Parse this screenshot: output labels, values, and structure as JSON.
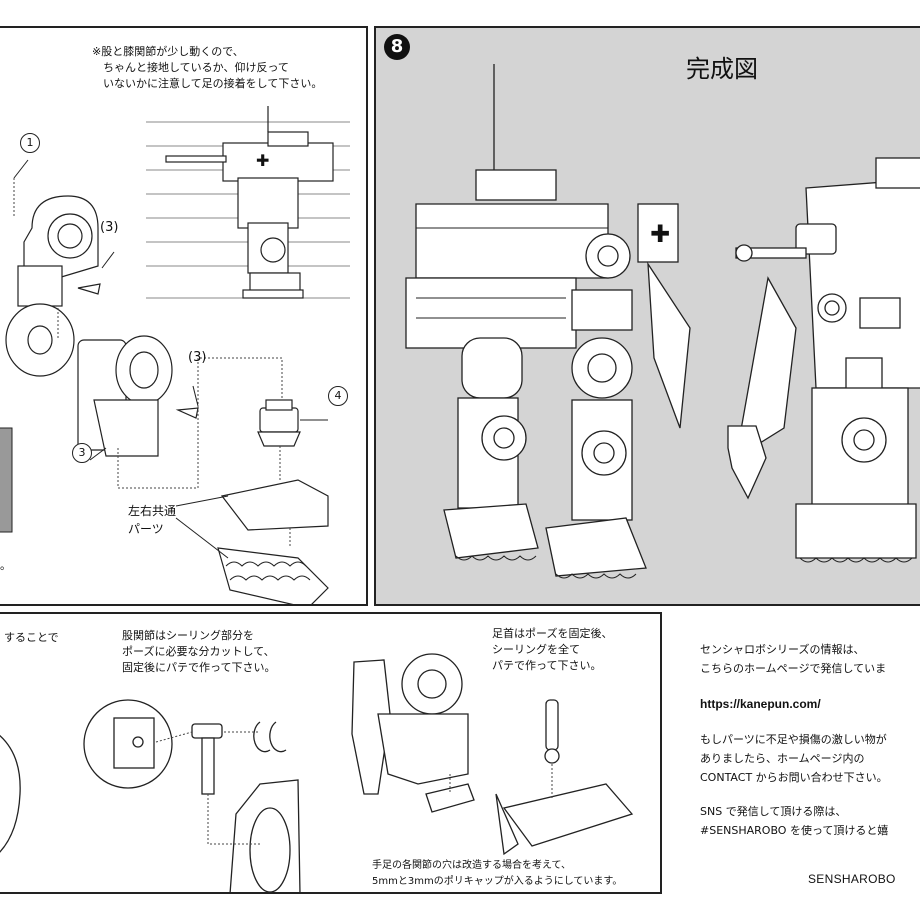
{
  "panel_left_top": {
    "note": "※股と膝関節が少し動くので、\n　ちゃんと接地しているか、仰け反って\n　いないかに注意して足の接着をして下さい。",
    "callouts": [
      "1",
      "(3)",
      "(3)",
      "3",
      "4"
    ],
    "parts_label": "左右共通\nパーツ",
    "edge_fragment": "。"
  },
  "panel_right_top": {
    "step_number": "8",
    "title": "完成図"
  },
  "panel_left_bottom": {
    "fragment_text": "することで",
    "hip_note": "股関節はシーリング部分を\nポーズに必要な分カットして、\n固定後にパテで作って下さい。",
    "ankle_note": "足首はポーズを固定後、\nシーリングを全て\nパテで作って下さい。",
    "poly_note": "手足の各関節の穴は改造する場合を考えて、\n5mmと3mmのポリキャップが入るようにしています。"
  },
  "info": {
    "series_text": "センシャロボシリーズの情報は、\nこちらのホームページで発信していま",
    "url": "https://kanepun.com/",
    "contact_text": "もしパーツに不足や損傷の激しい物が\nありましたら、ホームページ内の\nCONTACT からお問い合わせ下さい。",
    "sns_text": "SNS で発信して頂ける際は、\n#SENSHAROBO を使って頂けると嬉",
    "brand": "SENSHAROBO"
  },
  "colors": {
    "panel_gray": "#d4d4d4",
    "ink": "#111111"
  }
}
